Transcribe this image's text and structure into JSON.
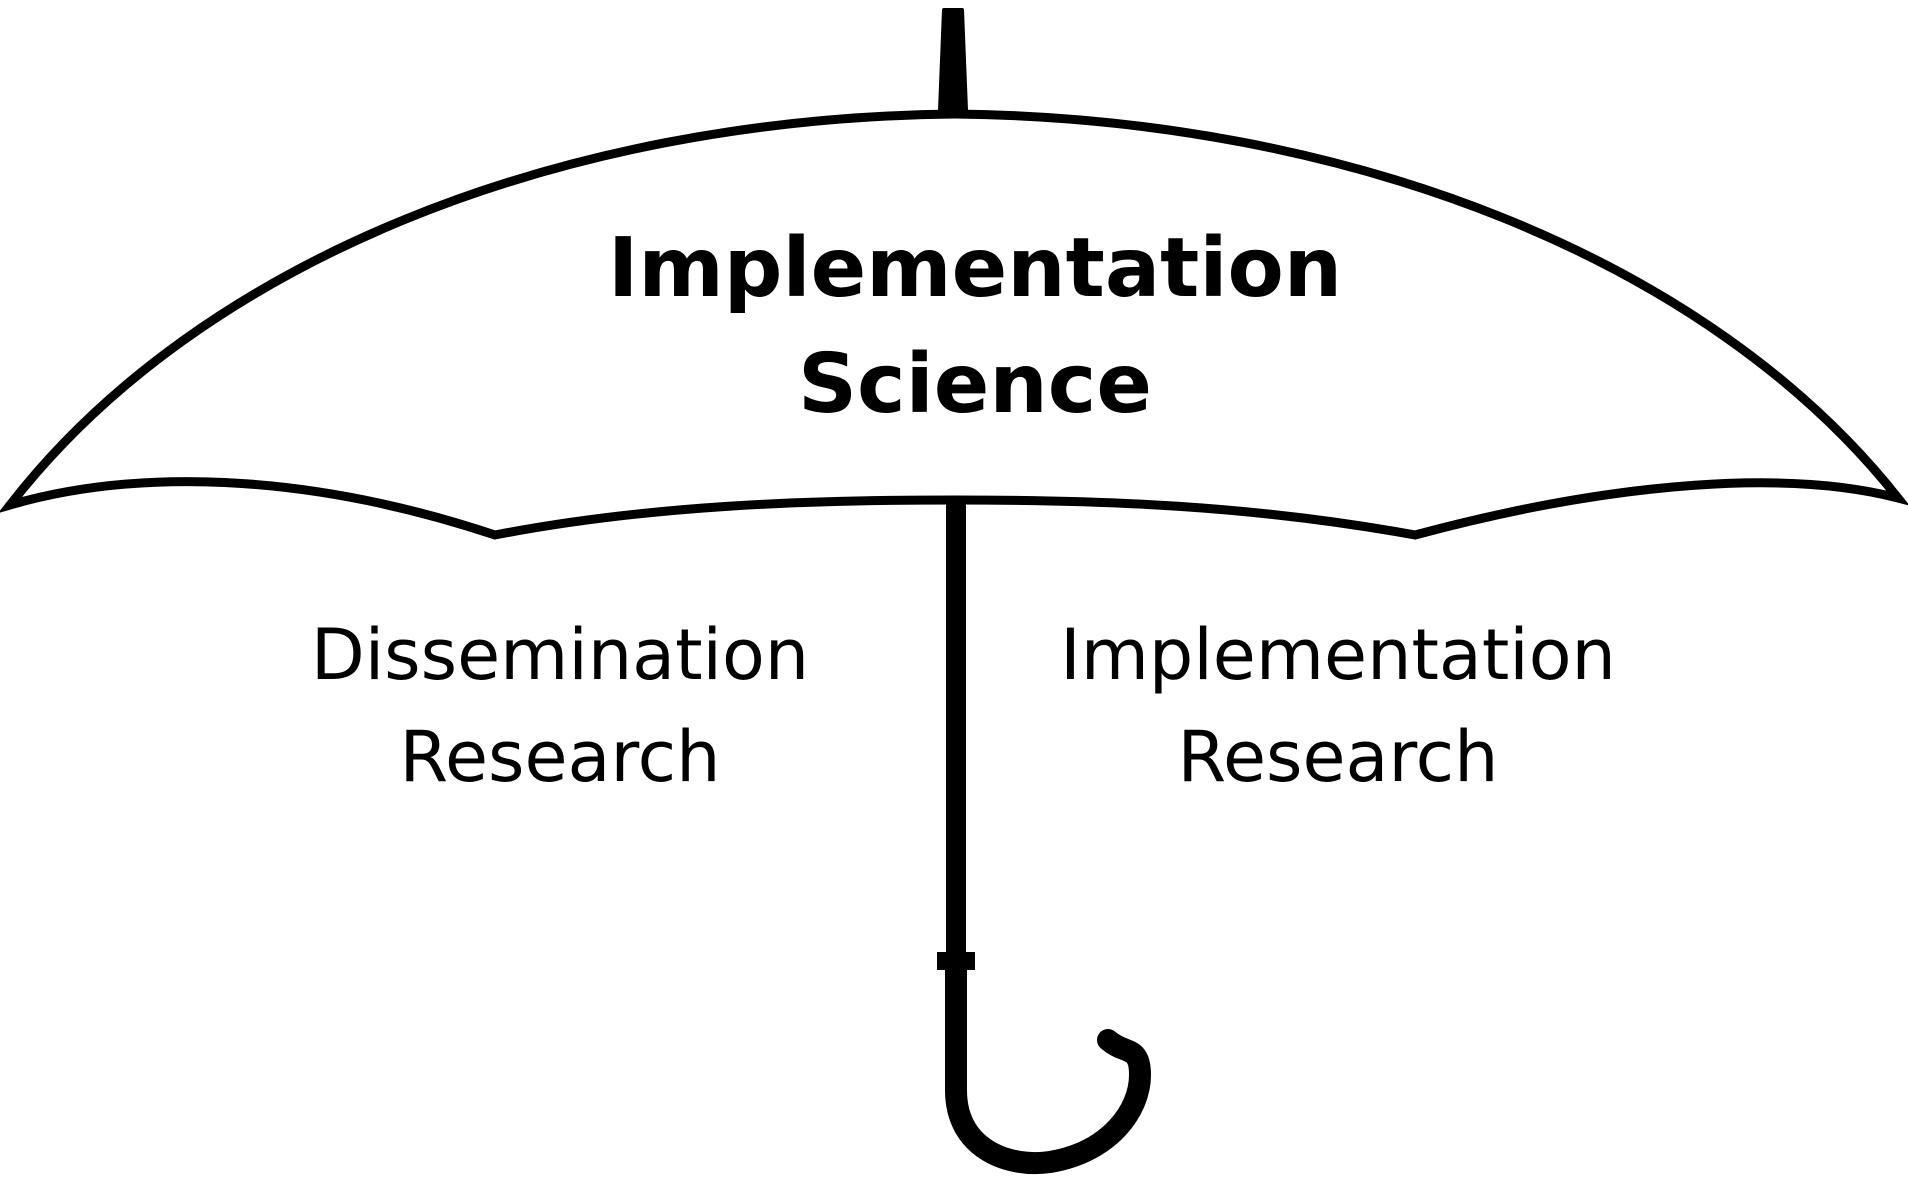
{
  "canopy": {
    "title_line1": "Implementation",
    "title_line2": "Science"
  },
  "left": {
    "line1": "Dissemination",
    "line2": "Research"
  },
  "right": {
    "line1": "Implementation",
    "line2": "Research"
  },
  "colors": {
    "stroke": "#000000",
    "background": "#ffffff"
  },
  "icons": [
    "umbrella-icon"
  ]
}
